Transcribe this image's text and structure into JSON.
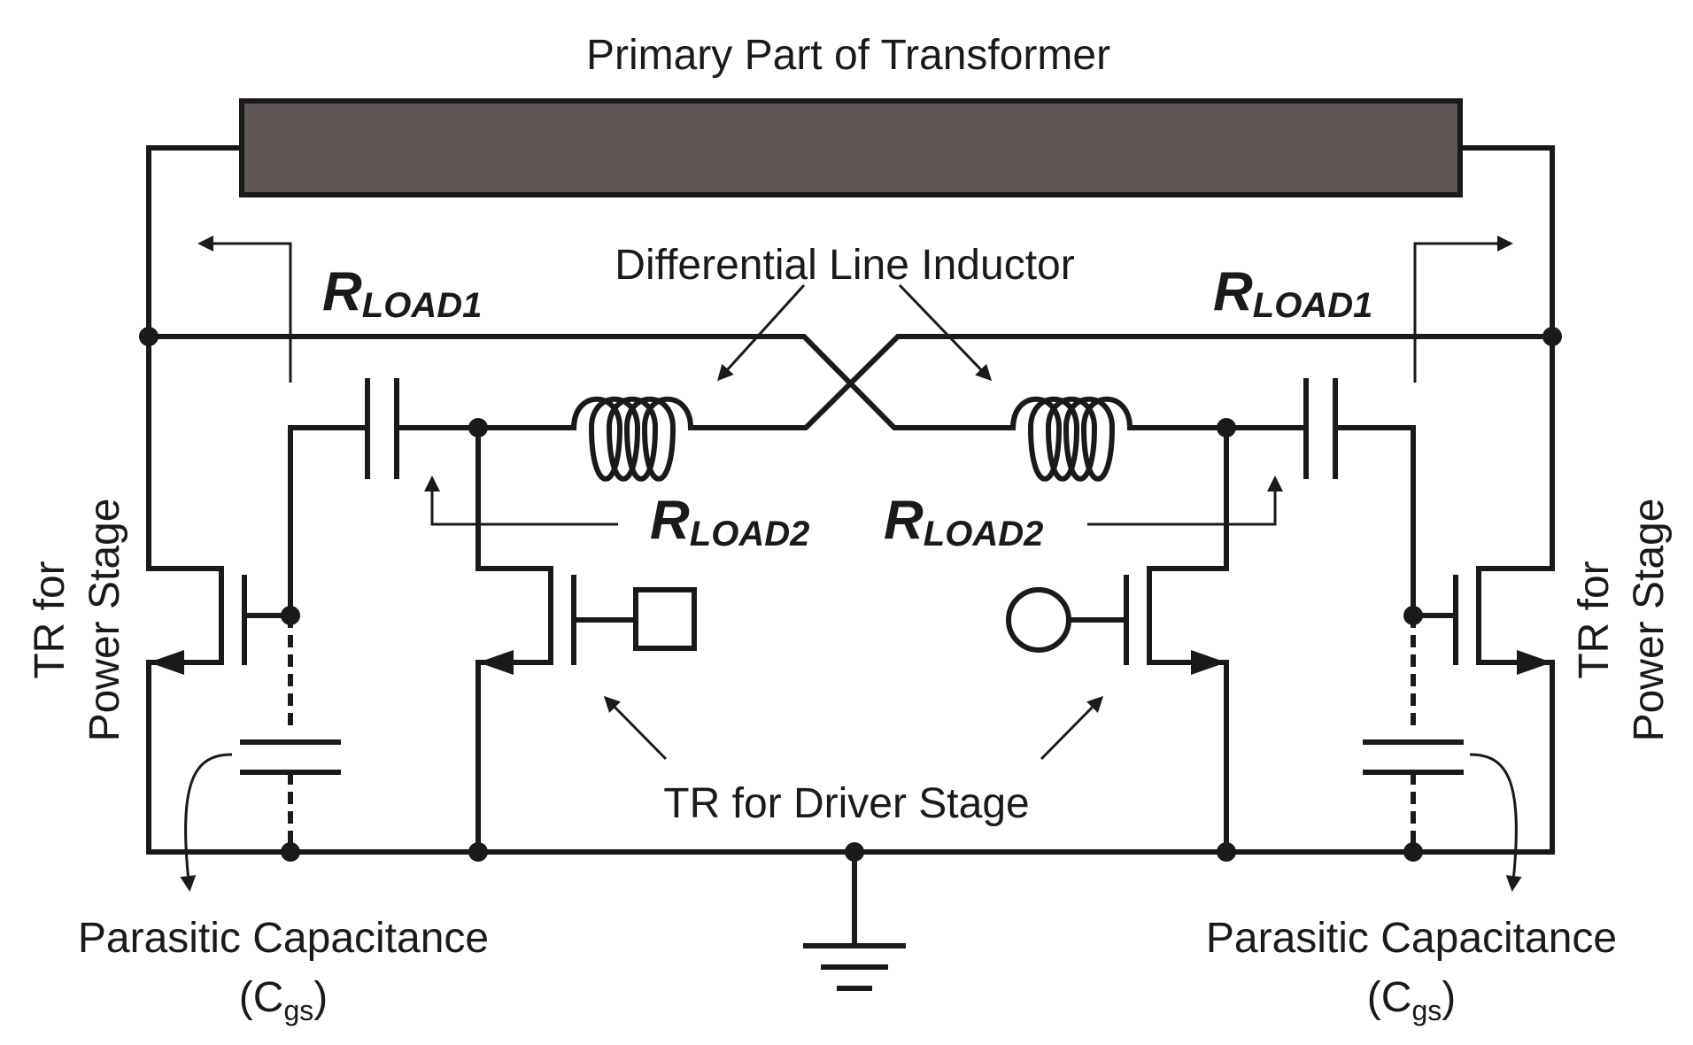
{
  "labels": {
    "transformer": "Primary Part of Transformer",
    "inductor": "Differential Line Inductor",
    "rload1_main": "R",
    "rload1_sub": "LOAD1",
    "rload2_main": "R",
    "rload2_sub": "LOAD2",
    "power_stage_line1": "TR for",
    "power_stage_line2": "Power Stage",
    "driver_stage": "TR for Driver Stage",
    "parasitic": "Parasitic Capacitance",
    "cgs_open": "(C",
    "cgs_sub": "gs",
    "cgs_close": ")"
  },
  "colors": {
    "wire": "#1a1a1a",
    "transformer_fill": "#5e5654",
    "background": "#ffffff"
  }
}
